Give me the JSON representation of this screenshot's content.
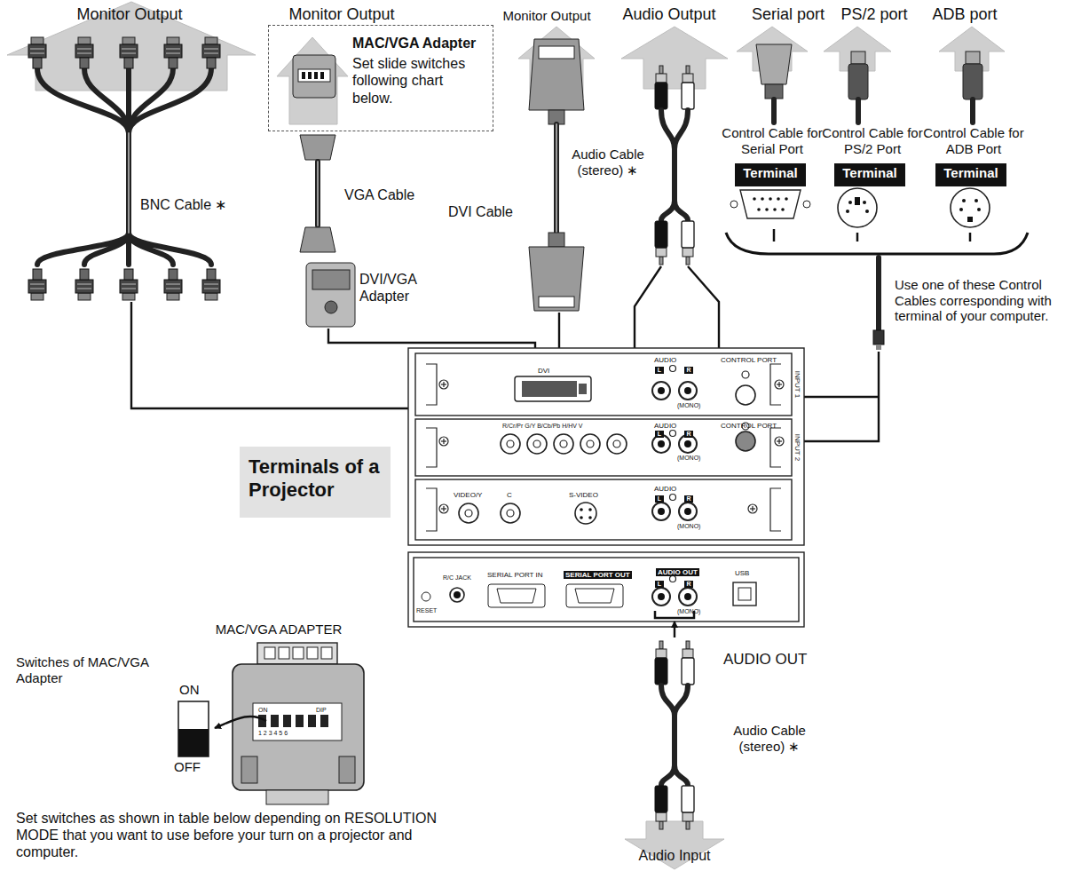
{
  "diagram": {
    "nodes": [
      {
        "text": [
          "MAC/VGA Adapter",
          "Set slide switches following chart below."
        ]
      },
      {
        "text": [
          "Terminals of a Projector"
        ]
      },
      {
        "text": [
          "Terminal"
        ]
      },
      {
        "text": [
          "Terminal"
        ]
      },
      {
        "text": [
          "Terminal"
        ]
      }
    ],
    "labels": [
      "Monitor Output",
      "Monitor Output",
      "Monitor Output",
      "Audio Output",
      "Serial port",
      "PS/2 port",
      "ADB port",
      "BNC Cable ∗",
      "VGA Cable",
      "DVI/VGA Adapter",
      "DVI Cable",
      "Audio Cable (stereo) ∗",
      "Control Cable for Serial Port",
      "Control Cable for PS/2 Port",
      "Control Cable for ADB Port",
      "Use one of these Control Cables corresponding with terminal of your computer.",
      "DVI",
      "AUDIO",
      "L",
      "R",
      "(MONO)",
      "CONTROL PORT",
      "INPUT 1",
      "R/Cr/Pr G/Y B/Cb/Pb H/HV V",
      "AUDIO",
      "L",
      "R",
      "(MONO)",
      "CONTROL PORT",
      "INPUT 2",
      "VIDEO/Y",
      "C",
      "S-VIDEO",
      "AUDIO",
      "L",
      "R",
      "(MONO)",
      "RESET",
      "R/C JACK",
      "SERIAL PORT IN",
      "SERIAL PORT OUT",
      "AUDIO OUT",
      "L",
      "R",
      "(MONO)",
      "USB",
      "MAC/VGA ADAPTER",
      "Switches of MAC/VGA Adapter",
      "ON",
      "OFF",
      "ON",
      "DIP",
      "1 2 3 4 5 6",
      "AUDIO OUT",
      "Audio Cable (stereo) ∗",
      "Audio Input",
      "Set switches as shown in table below depending on RESOLUTION MODE that you want to use before your turn on a projector and computer."
    ]
  }
}
